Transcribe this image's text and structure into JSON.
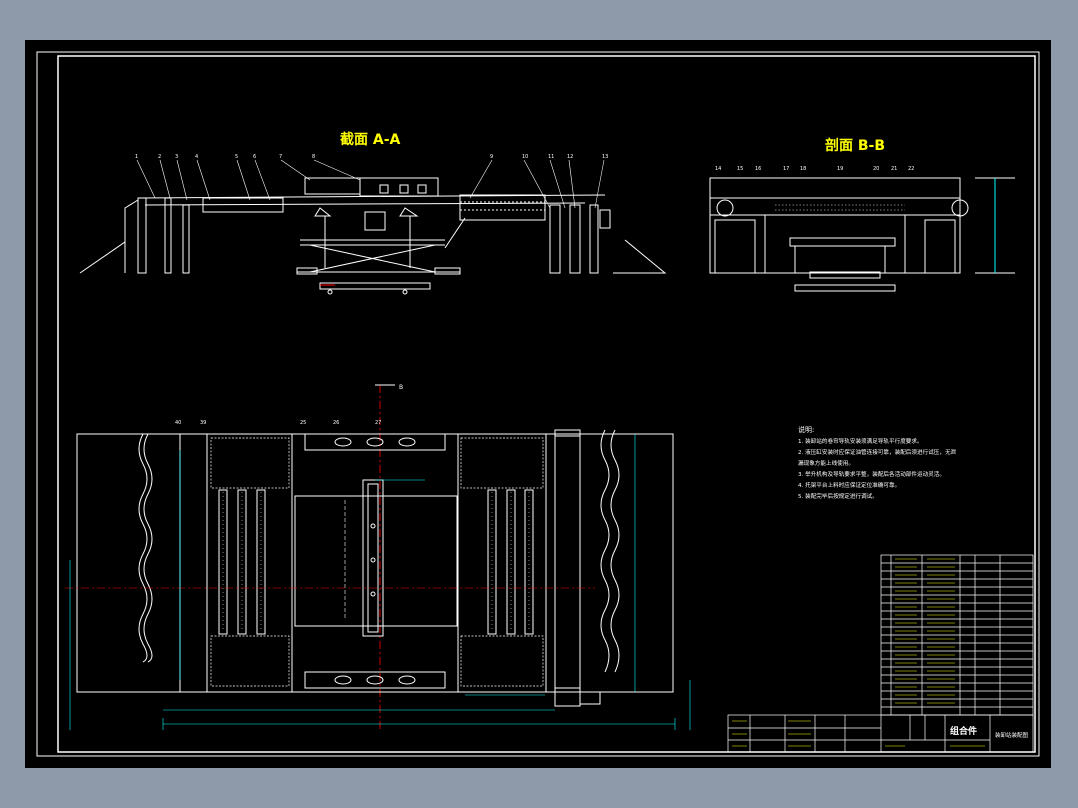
{
  "drawing": {
    "section_aa_title": "截面 A-A",
    "section_bb_title": "剖面 B-B",
    "notes_heading": "说明:",
    "notes": [
      "1. 装卸站的卷帘导轨安装须满足导轨平行度要求。",
      "2. 液压缸安装时应保证油管连接可靠，装配后须进行试压，无泄",
      "   漏现象方能上线使用。",
      "3. 举升机构及导轨要求平整，装配后各活动部件运动灵活。",
      "4. 托架平台上料时应保证定位准确可靠。",
      "5. 装配完毕后按规定进行调试。"
    ],
    "title_block": {
      "assembly": "组合件",
      "drawing_name": "装卸站装配图"
    },
    "section_marker": "B",
    "colors": {
      "frame": "#ffffff",
      "title_text": "#ffff00",
      "accent": "#ff0000",
      "dim": "#00ffff",
      "hatch": "#ffffff"
    }
  }
}
